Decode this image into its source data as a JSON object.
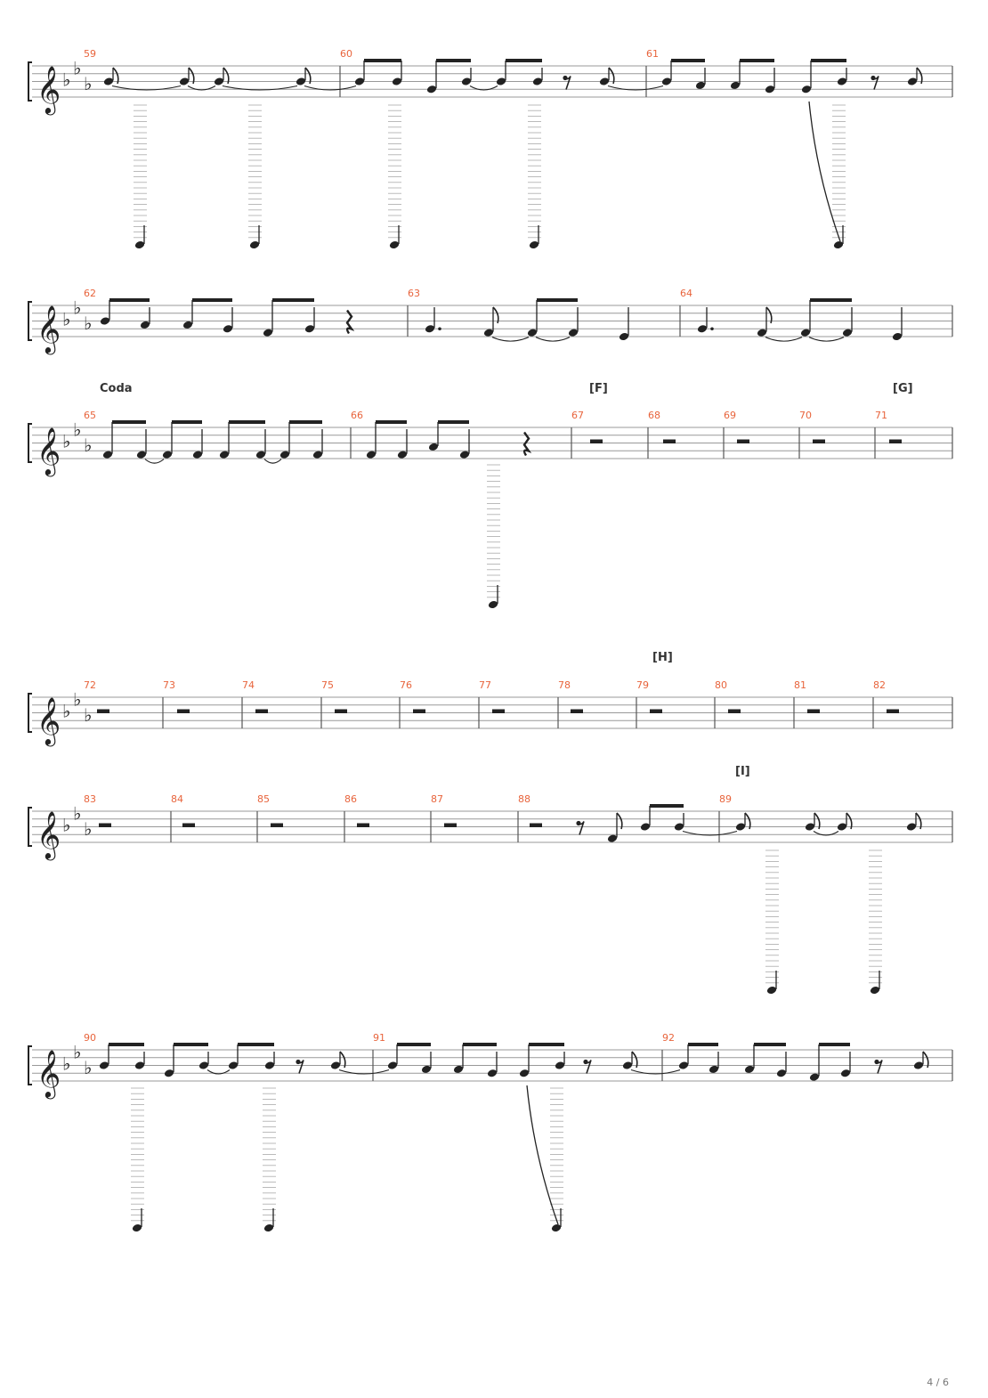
{
  "page": {
    "indicator": "4 / 6"
  },
  "palette": {
    "measure_number": "#e8643c",
    "ink": "#222222",
    "staff_line": "#999999"
  },
  "key_signature": "E-flat major (3 flats)",
  "systems": [
    {
      "measures": [
        "59",
        "60",
        "61"
      ],
      "labels": []
    },
    {
      "measures": [
        "62",
        "63",
        "64"
      ],
      "labels": []
    },
    {
      "measures": [
        "65",
        "66",
        "67",
        "68",
        "69",
        "70",
        "71"
      ],
      "labels": [
        "Coda",
        "[F]",
        "[G]"
      ]
    },
    {
      "measures": [
        "72",
        "73",
        "74",
        "75",
        "76",
        "77",
        "78",
        "79",
        "80",
        "81",
        "82"
      ],
      "labels": [
        "[H]"
      ]
    },
    {
      "measures": [
        "83",
        "84",
        "85",
        "86",
        "87",
        "88",
        "89"
      ],
      "labels": [
        "[I]"
      ]
    },
    {
      "measures": [
        "90",
        "91",
        "92"
      ],
      "labels": []
    }
  ]
}
